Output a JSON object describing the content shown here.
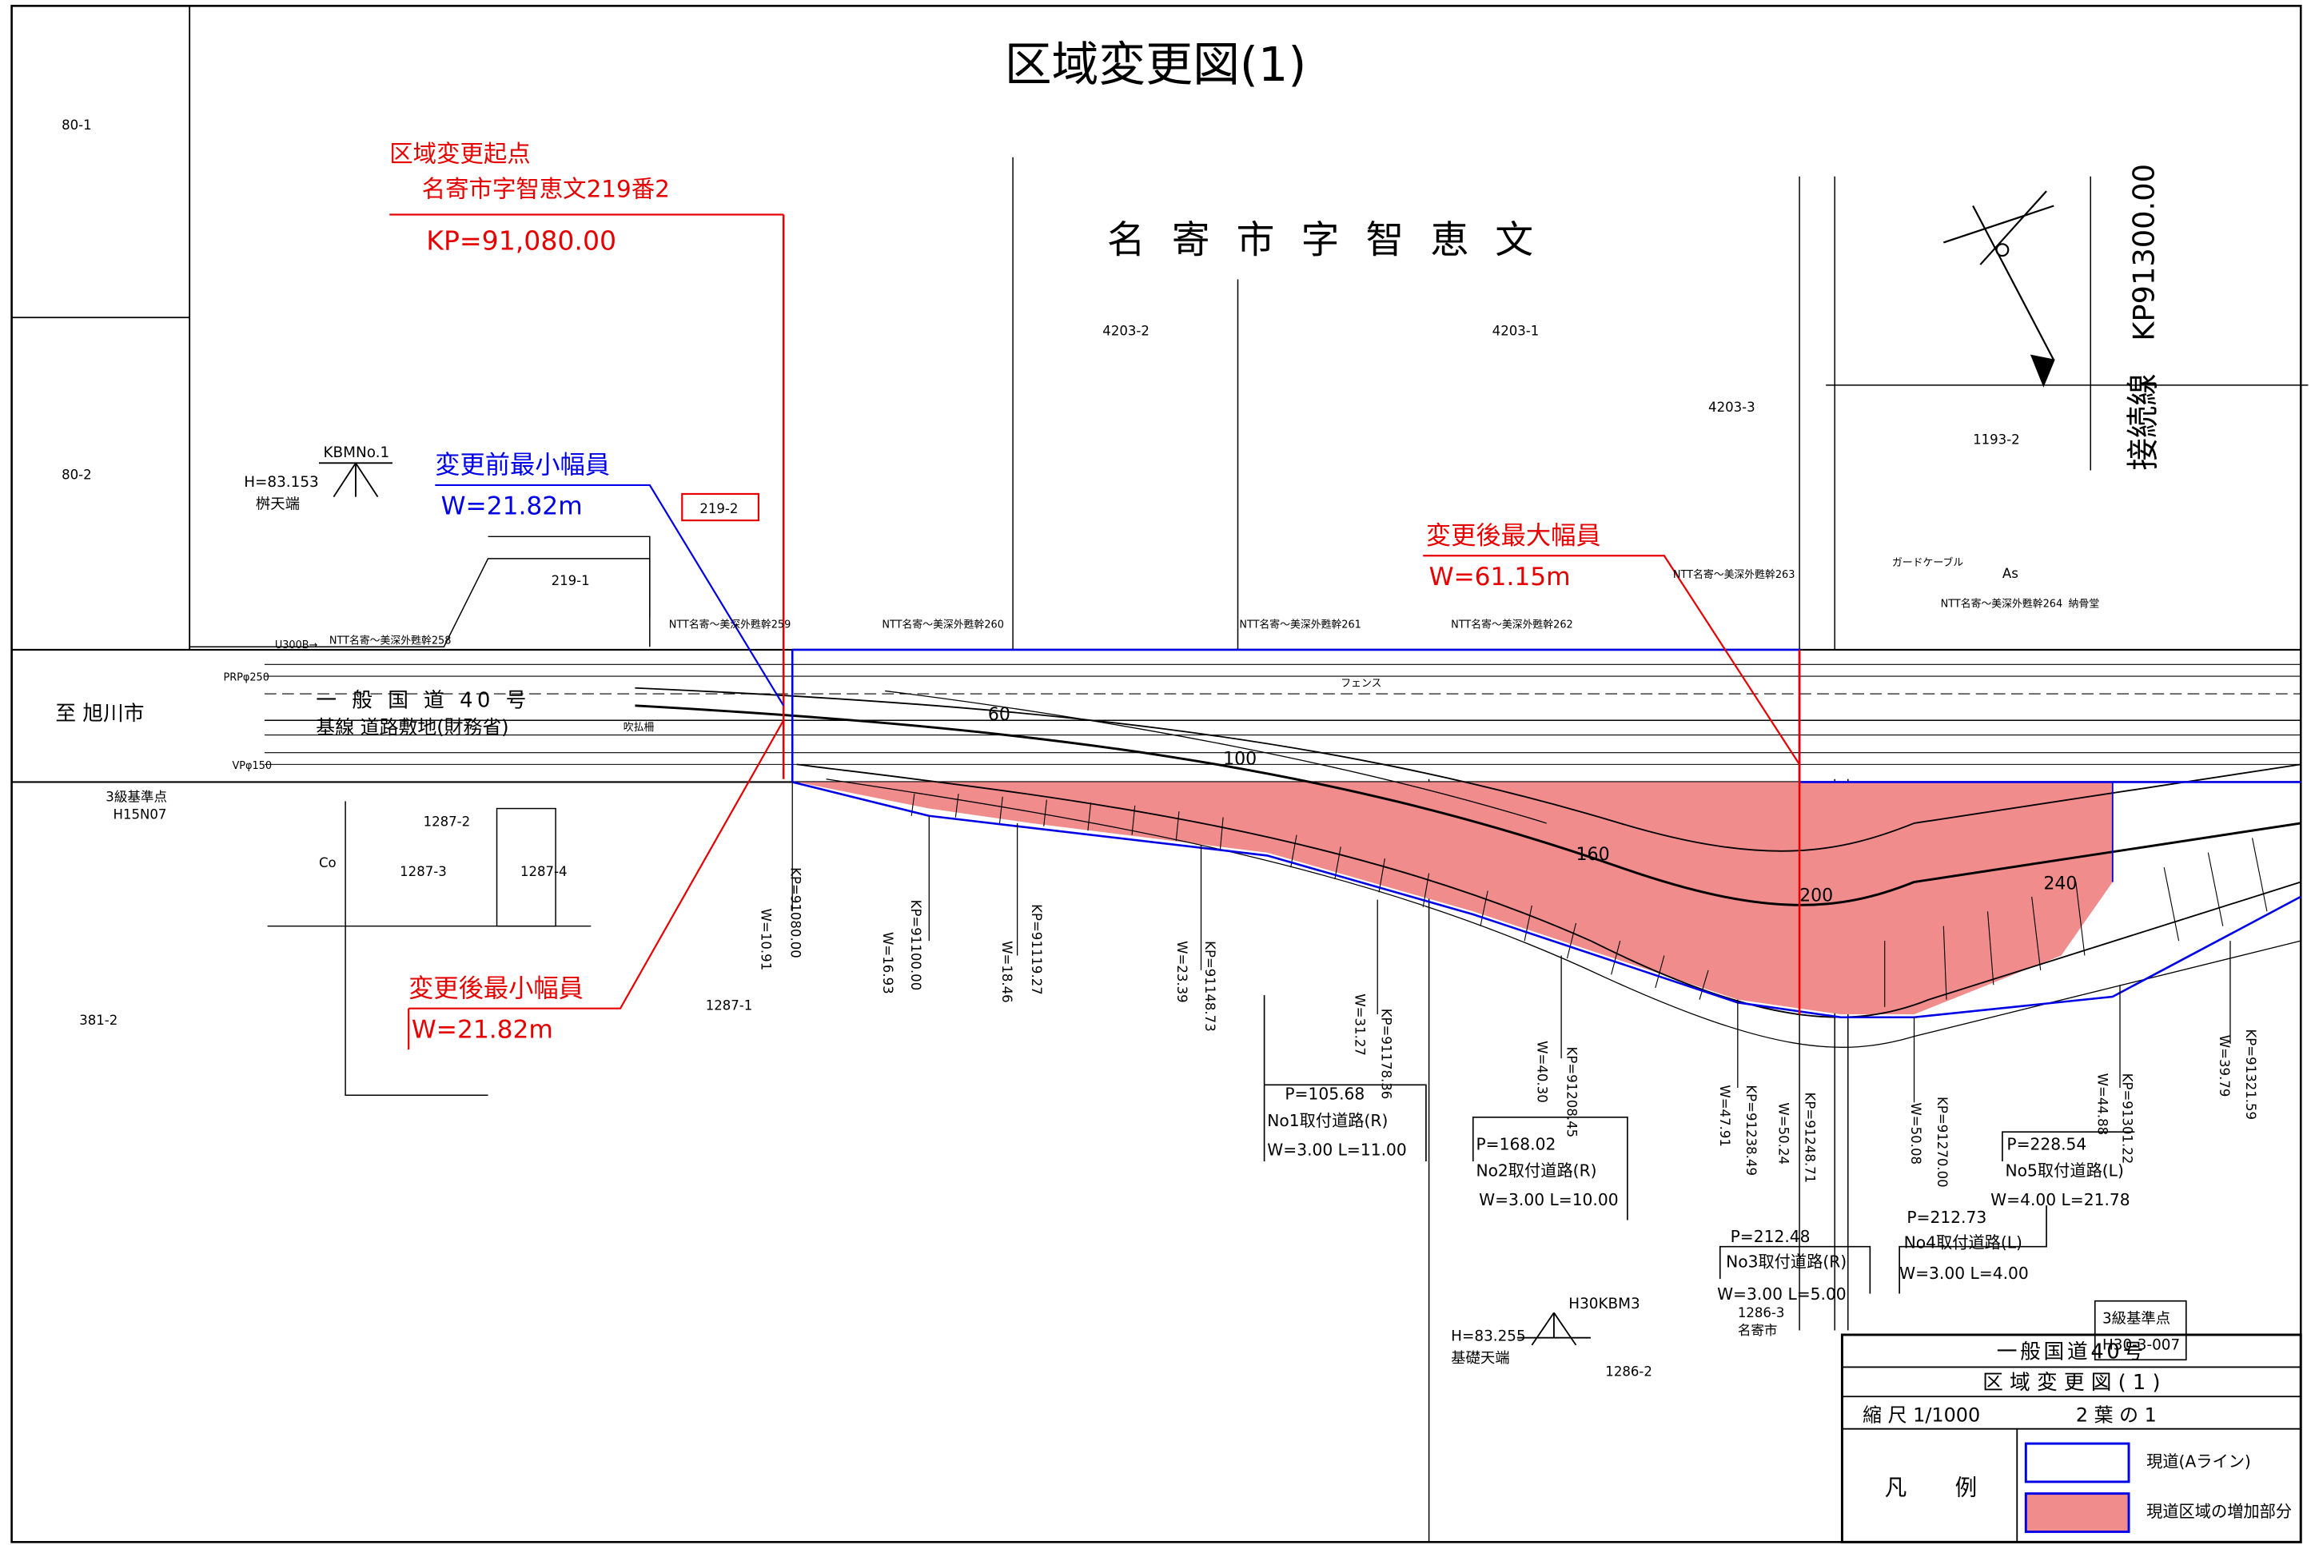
{
  "title": "区域変更図(1)",
  "place_name": "名寄市字智恵文",
  "connect_line": "接続線",
  "kp_end": "KP91300.00",
  "road": {
    "name": "一 般 国 道 40 号",
    "sub": "基線 道路敷地(財務省)",
    "direction": "至 旭川市"
  },
  "callouts": {
    "start_title": "区域変更起点",
    "start_address": "名寄市字智恵文219番2",
    "start_kp": "KP=91,080.00",
    "before_min_title": "変更前最小幅員",
    "before_min_value": "W=21.82m",
    "after_max_title": "変更後最大幅員",
    "after_max_value": "W=61.15m",
    "after_min_title": "変更後最小幅員",
    "after_min_value": "W=21.82m"
  },
  "lots": {
    "l80_1": "80-1",
    "l80_2": "80-2",
    "l381_2": "381-2",
    "l4203_2": "4203-2",
    "l4203_1": "4203-1",
    "l4203_3": "4203-3",
    "l1193_2": "1193-2",
    "l219_2": "219-2",
    "l219_1": "219-1",
    "l1287_2": "1287-2",
    "l1287_3": "1287-3",
    "l1287_4": "1287-4",
    "l1287_1": "1287-1",
    "l1286_3": "1286-3",
    "l1286_3b": "名寄市",
    "l1286_2": "1286-2",
    "co": "Co",
    "as": "As"
  },
  "benchmarks": {
    "kbm1_name": "KBMNo.1",
    "kbm1_h": "H=83.153",
    "kbm1_desc": "桝天端",
    "h30_name": "H30KBM3",
    "h30_h": "H=83.255",
    "h30_desc": "基礎天端",
    "ref1_a": "3級基準点",
    "ref1_b": "H15N07",
    "ref2_a": "3級基準点",
    "ref2_b": "H30-3-007"
  },
  "utility_labels": {
    "ntt258": "NTT名寄～美深外甦幹258",
    "ntt259": "NTT名寄～美深外甦幹259",
    "ntt260": "NTT名寄～美深外甦幹260",
    "ntt261": "NTT名寄～美深外甦幹261",
    "ntt262": "NTT名寄～美深外甦幹262",
    "ntt263": "NTT名寄～美深外甦幹263",
    "ntt264": "NTT名寄～美深外甦幹264",
    "prp": "PRPφ250",
    "vp": "VPφ150",
    "u300b": "U300B→",
    "fence": "フェンス",
    "guardcable": "ガードケーブル",
    "nokotsu": "納骨堂",
    "hukiharai": "吹払柵"
  },
  "kp_marks": [
    "KP=91080.00",
    "KP=91100.00",
    "KP=91119.27",
    "KP=91148.73",
    "KP=91178.36",
    "KP=91208.45",
    "KP=91238.49",
    "KP=91248.71",
    "KP=91270.00",
    "KP=91301.22",
    "KP=91321.59"
  ],
  "widths": [
    "W=10.91",
    "W=16.93",
    "W=18.46",
    "W=23.39",
    "W=31.27",
    "W=40.30",
    "W=47.91",
    "W=50.24",
    "W=50.08",
    "W=44.88",
    "W=39.79"
  ],
  "chainage": [
    "60",
    "100",
    "160",
    "200",
    "240"
  ],
  "access_roads": [
    {
      "p": "P=105.68",
      "name": "No1取付道路(R)",
      "dims": "W=3.00 L=11.00"
    },
    {
      "p": "P=168.02",
      "name": "No2取付道路(R)",
      "dims": "W=3.00 L=10.00"
    },
    {
      "p": "P=212.48",
      "name": "No3取付道路(R)",
      "dims": "W=3.00 L=5.00"
    },
    {
      "p": "P=212.73",
      "name": "No4取付道路(L)",
      "dims": "W=3.00 L=4.00"
    },
    {
      "p": "P=228.54",
      "name": "No5取付道路(L)",
      "dims": "W=4.00 L=21.78"
    }
  ],
  "title_block": {
    "road": "一般国道40号",
    "drawing": "区 域 変 更 図 ( 1 )",
    "scale": "縮 尺 1/1000",
    "sheet": "2 葉 の 1",
    "legend_label": "凡 例",
    "legend_current": "現道(Aライン)",
    "legend_added": "現道区域の増加部分"
  },
  "colors": {
    "red": "#e60000",
    "blue": "#0000e6",
    "fill": "#f08c8c"
  }
}
